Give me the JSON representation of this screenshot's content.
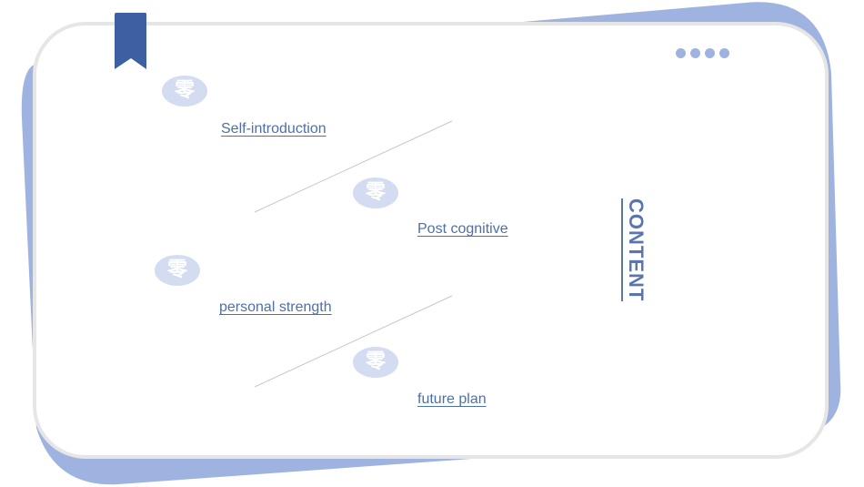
{
  "colors": {
    "accent": "#4e70a9",
    "backdrop": "#9eb3df",
    "bookmark": "#3d60a3",
    "badge": "#d3dcf0",
    "card_border": "#e6e6e6"
  },
  "header": {
    "bookmark_icon": "bookmark-ribbon-icon",
    "dots_icon": "more-dots-icon"
  },
  "title": {
    "text": "CONTENT"
  },
  "items": [
    {
      "badge": "零",
      "label": "Self-introduction"
    },
    {
      "badge": "零",
      "label": "Post cognitive"
    },
    {
      "badge": "零",
      "label": "personal strength"
    },
    {
      "badge": "零",
      "label": "future plan"
    }
  ]
}
